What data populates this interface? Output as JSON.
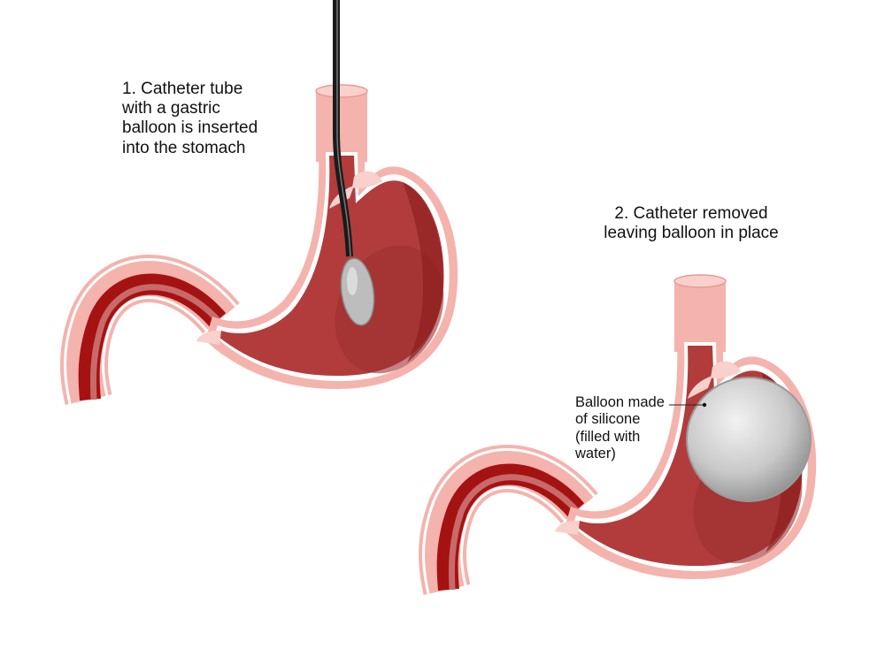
{
  "steps": [
    {
      "label": "1. Catheter tube\nwith a gastric\nballoon is inserted\ninto the stomach"
    },
    {
      "label": "2. Catheter removed\nleaving balloon in place"
    }
  ],
  "callout": {
    "label": "Balloon made\nof silicone\n(filled with\nwater)"
  },
  "colors": {
    "tissue_pink": "#f4b3ad",
    "lining": "#b23c3c",
    "dark_red": "#a51212",
    "balloon": "#c9c9c9",
    "catheter": "#1a1a1a"
  }
}
